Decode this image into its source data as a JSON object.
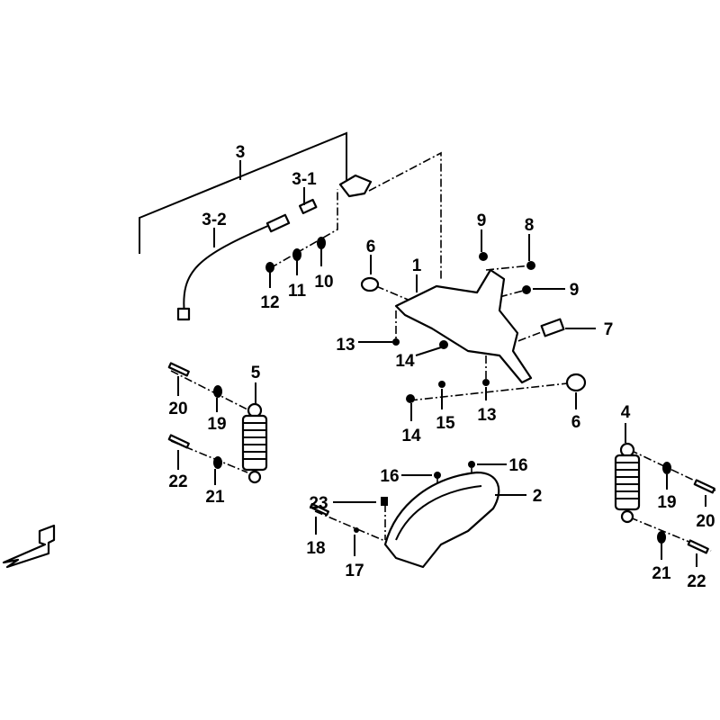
{
  "diagram": {
    "callouts": [
      "3",
      "3-1",
      "3-2",
      "12",
      "11",
      "10",
      "6",
      "1",
      "9",
      "8",
      "9",
      "7",
      "13",
      "14",
      "14",
      "15",
      "13",
      "6",
      "5",
      "20",
      "19",
      "22",
      "21",
      "4",
      "19",
      "20",
      "21",
      "22",
      "16",
      "16",
      "2",
      "23",
      "18",
      "17"
    ]
  },
  "colors": {
    "ink": "#000000",
    "background": "#ffffff"
  }
}
